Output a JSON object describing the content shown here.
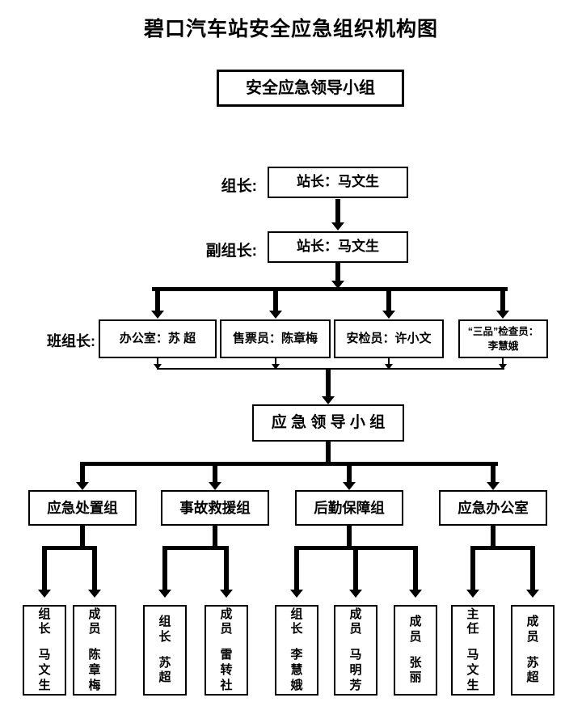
{
  "title": "碧口汽车站安全应急组织机构图",
  "top_box": "安全应急领导小组",
  "leader_row": {
    "label": "组长:",
    "box": "站长：马文生"
  },
  "deputy_row": {
    "label": "副组长:",
    "box": "站长：马文生"
  },
  "team_leader_row": {
    "label": "班组长:",
    "boxes": [
      {
        "text": "办公室：苏  超"
      },
      {
        "text": "售票员：陈章梅"
      },
      {
        "text": "安检员：许小文"
      },
      {
        "text": "“三品”检查员：",
        "text2": "李慧娥"
      }
    ]
  },
  "emergency_box": "应 急 领 导 小 组",
  "groups": [
    {
      "name": "应急处置组",
      "members": [
        {
          "role": "组长",
          "person": "马文生"
        },
        {
          "role": "成员",
          "person": "陈章梅"
        }
      ]
    },
    {
      "name": "事故救援组",
      "members": [
        {
          "role": "组长",
          "person": "苏超"
        },
        {
          "role": "成员",
          "person": "雷转社"
        }
      ]
    },
    {
      "name": "后勤保障组",
      "members": [
        {
          "role": "组长",
          "person": "李慧娥"
        },
        {
          "role": "成员",
          "person": "马明芳"
        },
        {
          "role": "成员",
          "person": "张丽"
        }
      ]
    },
    {
      "name": "应急办公室",
      "members": [
        {
          "role": "主任",
          "person": "马文生"
        },
        {
          "role": "成员",
          "person": "苏超"
        }
      ]
    }
  ],
  "colors": {
    "line": "#000000",
    "background": "#ffffff"
  }
}
